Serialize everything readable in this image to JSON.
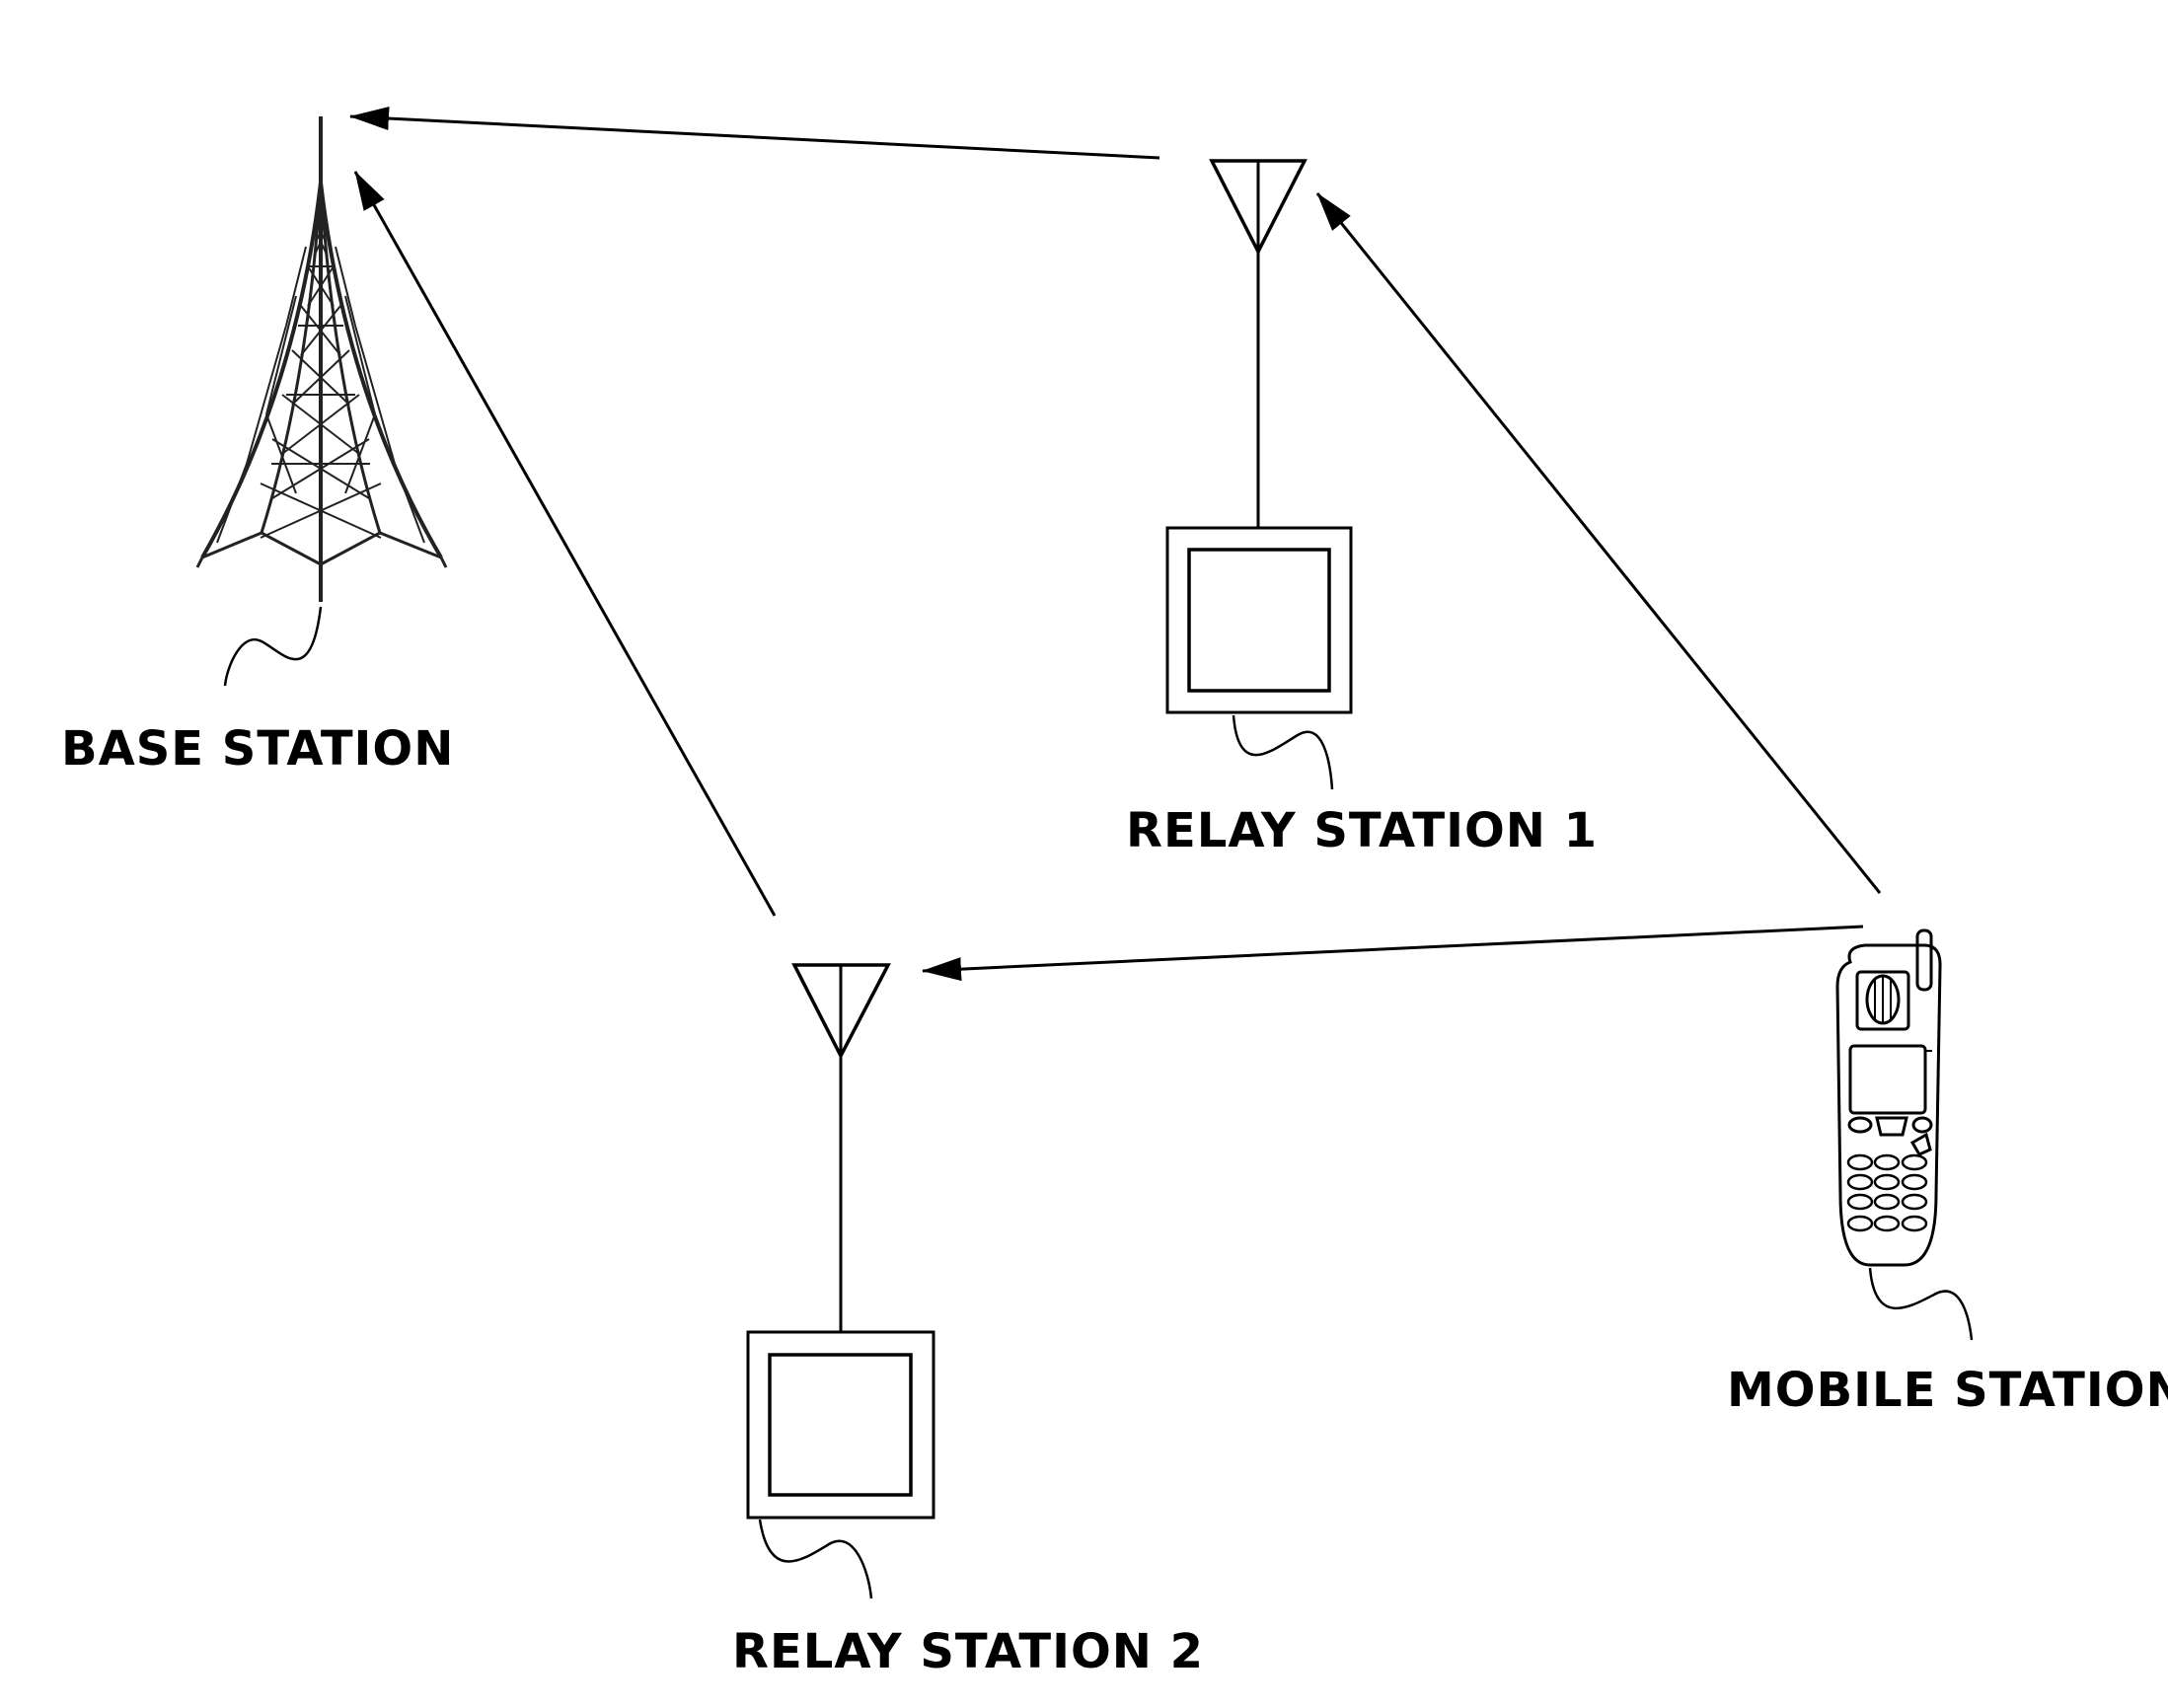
{
  "nodes": {
    "base_station": {
      "label": "BASE STATION",
      "icon": "tower-icon"
    },
    "relay_station_1": {
      "label": "RELAY STATION 1",
      "icon": "relay-antenna-icon"
    },
    "relay_station_2": {
      "label": "RELAY STATION 2",
      "icon": "relay-antenna-icon"
    },
    "mobile_station": {
      "label": "MOBILE STATION",
      "icon": "mobile-phone-icon"
    }
  },
  "links": [
    {
      "from": "relay_station_1",
      "to": "base_station"
    },
    {
      "from": "relay_station_2",
      "to": "base_station"
    },
    {
      "from": "mobile_station",
      "to": "relay_station_1"
    },
    {
      "from": "mobile_station",
      "to": "relay_station_2"
    }
  ],
  "colors": {
    "line": "#000000",
    "background": "#ffffff"
  }
}
